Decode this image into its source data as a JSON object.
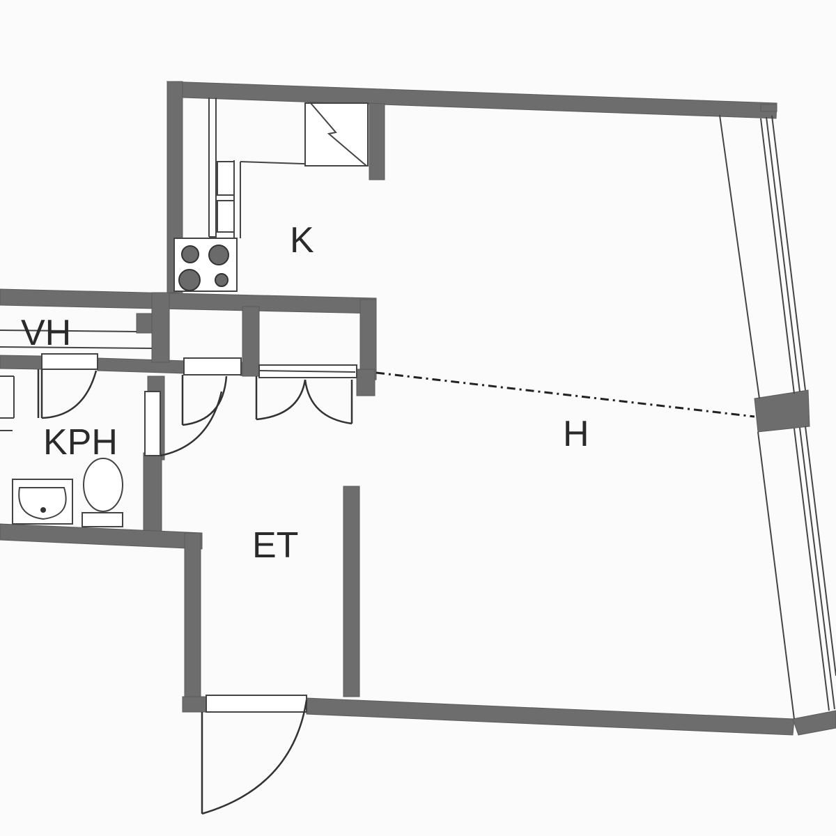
{
  "floorplan": {
    "rooms": {
      "kitchen": "K",
      "closet": "VH",
      "bathroom": "KPH",
      "entry": "ET",
      "living_room": "H"
    }
  },
  "colors": {
    "wall": "#6d6d6d",
    "background": "#fbfbfb",
    "line": "#333333"
  }
}
